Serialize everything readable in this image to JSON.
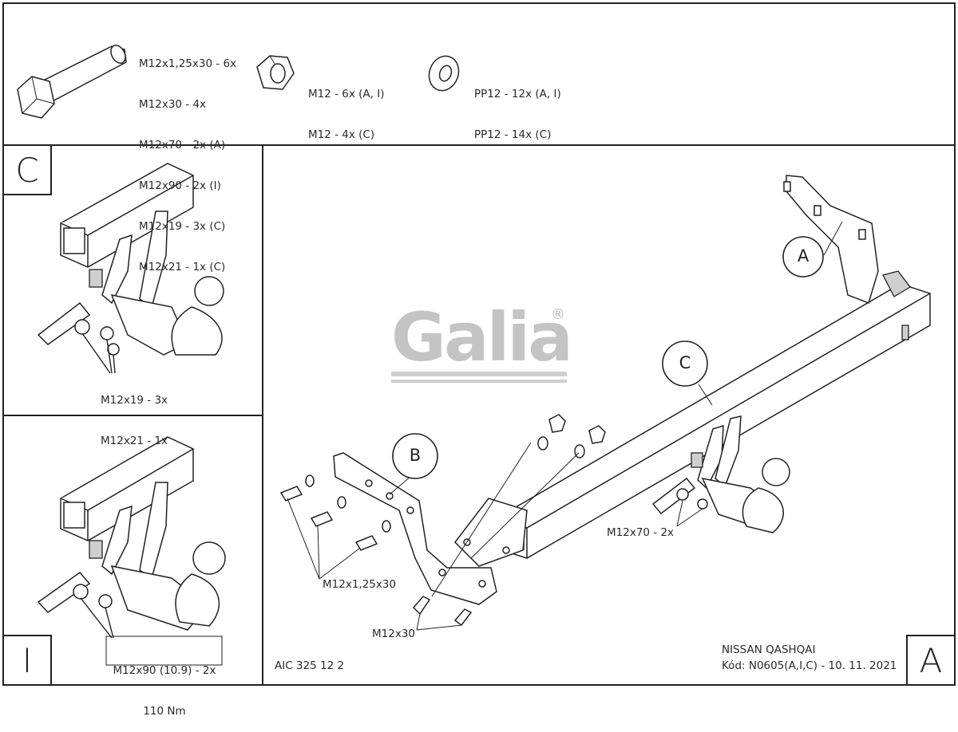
{
  "hardware": {
    "bolts": [
      "M12x1,25x30 - 6x",
      "M12x30 - 4x",
      "M12x70 - 2x (A)",
      "M12x90 - 2x (I)",
      "M12x19 - 3x (C)",
      "M12x21 - 1x (C)"
    ],
    "nuts": [
      "M12 - 6x (A, I)",
      "M12 - 4x (C)"
    ],
    "washers": [
      "PP12 - 12x (A, I)",
      "PP12 - 14x (C)"
    ]
  },
  "panel_c": {
    "letter": "C",
    "labels": [
      "M12x19 - 3x",
      "M12x21 - 1x"
    ]
  },
  "panel_i": {
    "letter": "I",
    "labels": [
      "M12x90 (10.9) - 2x",
      "110 Nm"
    ]
  },
  "main": {
    "letter": "A",
    "logo": "Galia",
    "logo_mark": "®",
    "callouts": [
      "A",
      "B",
      "C"
    ],
    "labels": {
      "bolt_a": "M12x70 - 2x",
      "bolt_b": "M12x1,25x30",
      "bolt_m12x30": "M12x30"
    },
    "code": "AIC 325 12 2",
    "vehicle": "NISSAN QASHQAI",
    "kod": "Kód: N0605(A,I,C) - 10. 11. 2021"
  }
}
